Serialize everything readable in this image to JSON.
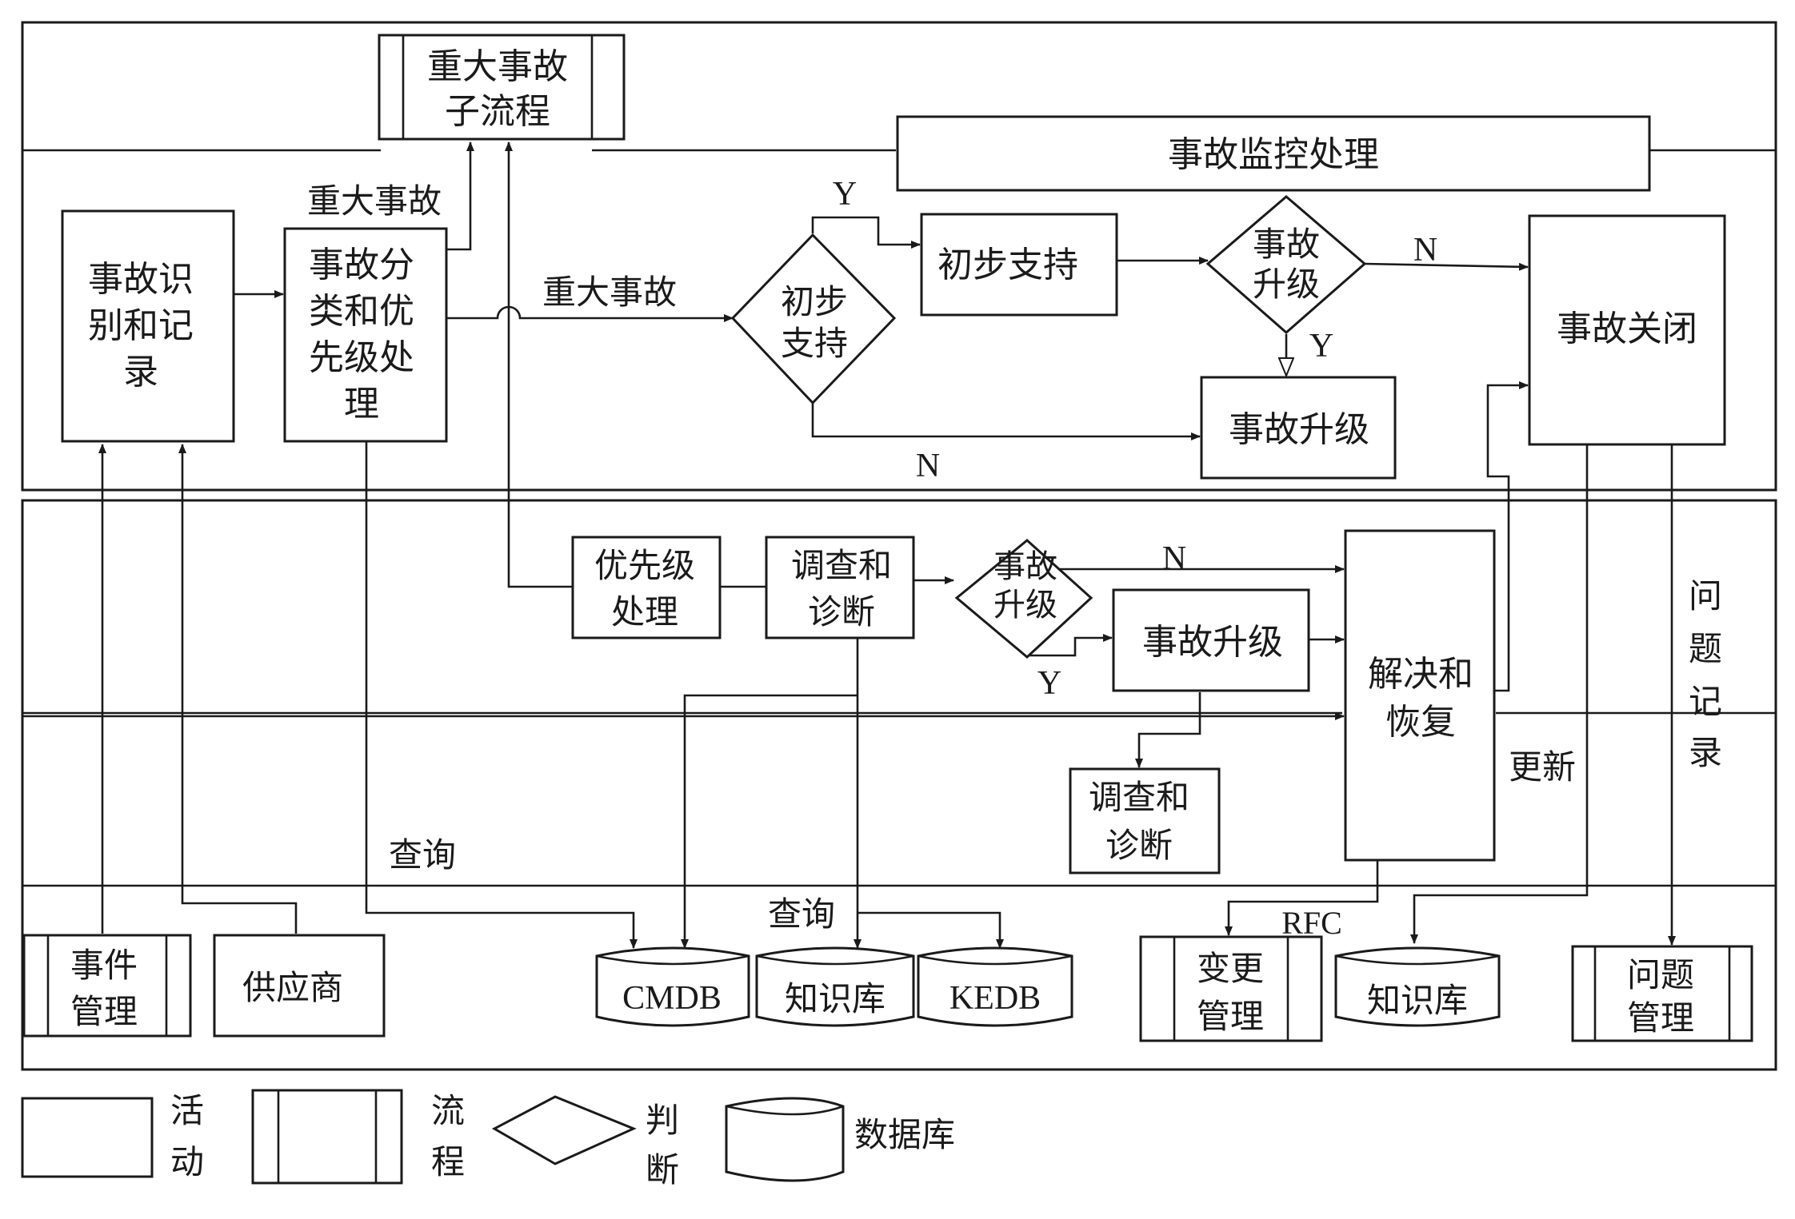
{
  "process": {
    "major_incident_subprocess": [
      "重大事故",
      "子流程"
    ],
    "monitoring": "事故监控处理",
    "identify_record": [
      "事故识",
      "别和记",
      "录"
    ],
    "classify_priority": [
      "事故分",
      "类和优",
      "先级处",
      "理"
    ],
    "initial_support_decision": [
      "初步",
      "支持"
    ],
    "initial_support": "初步支持",
    "escalation_decision": [
      "事故",
      "升级"
    ],
    "escalation": "事故升级",
    "close": "事故关闭",
    "priority_handling": [
      "优先级",
      "处理"
    ],
    "investigate_diagnose": [
      "调查和",
      "诊断"
    ],
    "escalation_decision_2": [
      "事故",
      "升级"
    ],
    "escalation_2": "事故升级",
    "investigate_diagnose_2": [
      "调查和",
      "诊断"
    ],
    "resolve_recover": [
      "解决和",
      "恢复"
    ]
  },
  "labels": {
    "major_incident": "重大事故",
    "yes": "Y",
    "no": "N",
    "query": "查询",
    "update": "更新",
    "rfc": "RFC",
    "problem_record": [
      "问",
      "题",
      "记",
      "录"
    ]
  },
  "external": {
    "event_mgmt": [
      "事件",
      "管理"
    ],
    "supplier": "供应商",
    "change_mgmt": [
      "变更",
      "管理"
    ],
    "problem_mgmt": [
      "问题",
      "管理"
    ]
  },
  "databases": {
    "cmdb": "CMDB",
    "kb": "知识库",
    "kedb": "KEDB",
    "kb2": "知识库"
  },
  "legend": {
    "activity": [
      "活",
      "动"
    ],
    "process": [
      "流",
      "程"
    ],
    "decision": [
      "判",
      "断"
    ],
    "database": "数据库"
  }
}
